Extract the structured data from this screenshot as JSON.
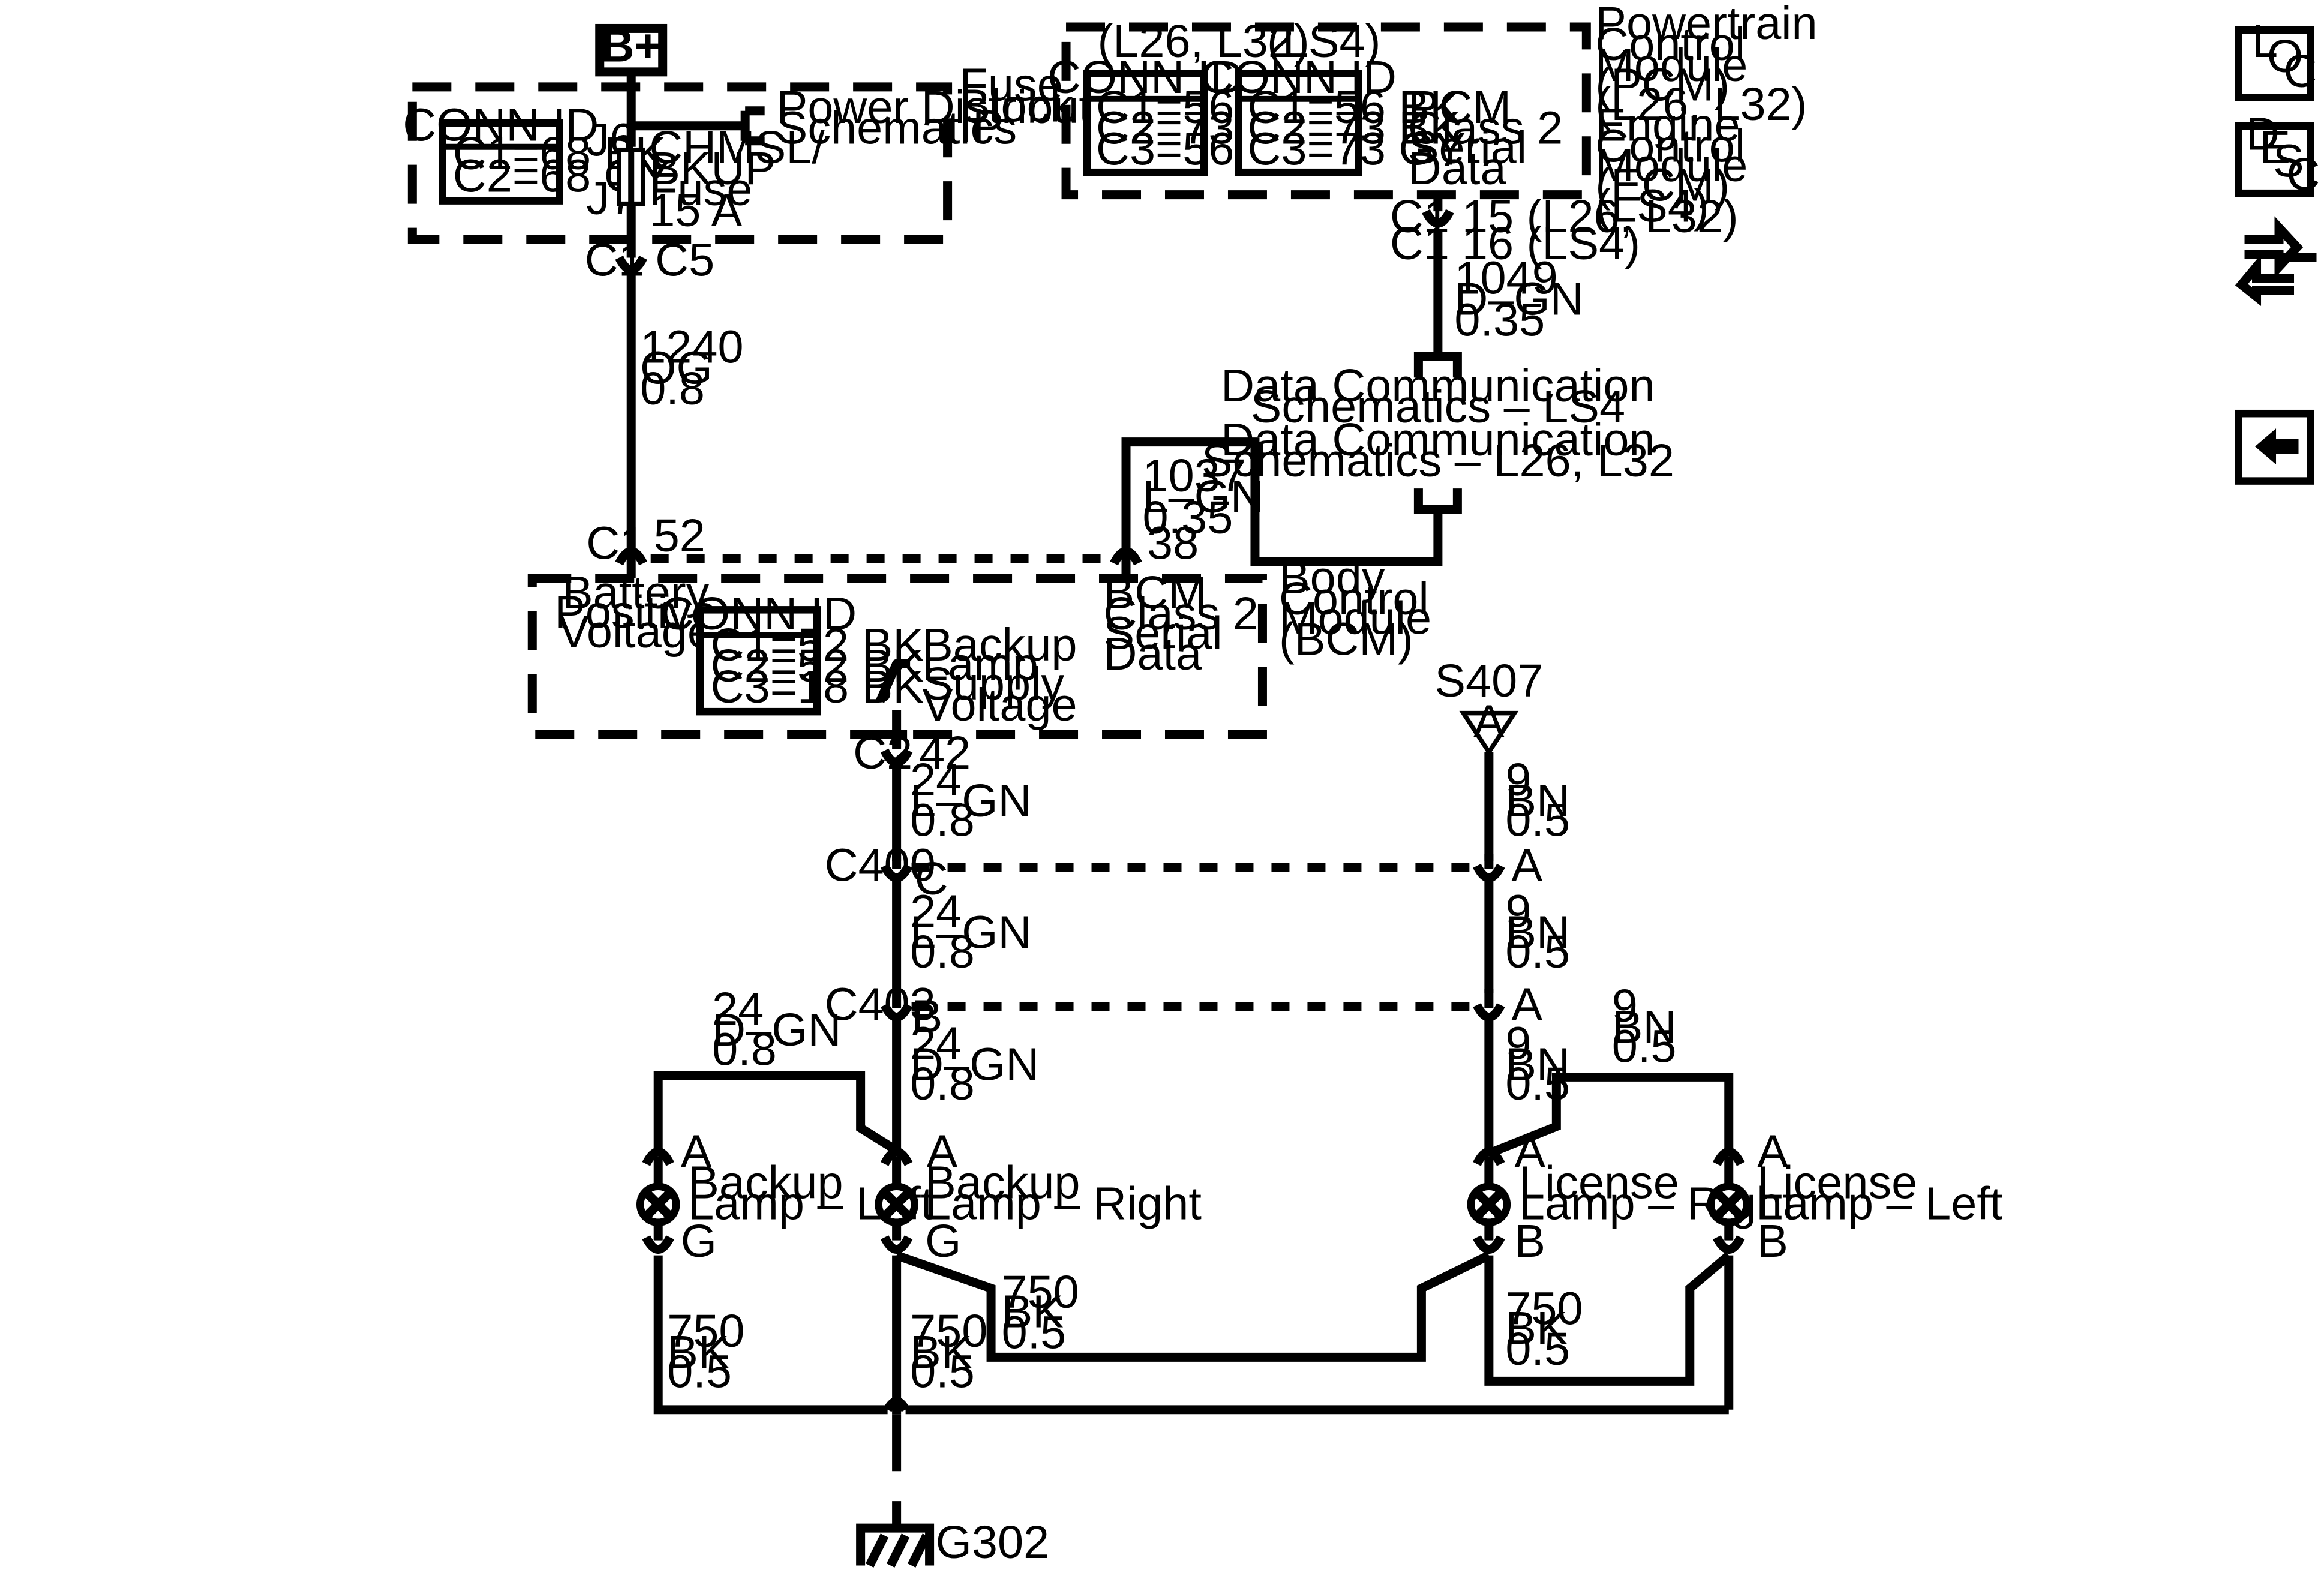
{
  "power_source": "B+",
  "fuse_block": {
    "label": [
      "Fuse",
      "Block –",
      "IP"
    ],
    "conn_id_title": "CONN ID",
    "conn_ids": [
      "C1=68 BK",
      "C2=68 GY"
    ],
    "power_distribution": [
      "Power Distribution",
      "Schematics"
    ],
    "j6": "J6",
    "j7": "J7",
    "fuse_label": [
      "CHMSL/",
      "BKUP",
      "Fuse",
      "15 A"
    ],
    "conn_left": "C1",
    "conn_right": "C5"
  },
  "pcm": {
    "label": [
      "Powertrain",
      "Control",
      "Module",
      "(PCM)",
      "(L26, L32)",
      "Engine",
      "Control",
      "Module",
      "(ECM)",
      "(LS4)"
    ],
    "variant_a": "(L26, L32)",
    "variant_b": "(LS4)",
    "conn_id_title": "CONN ID",
    "conn_ids_a": [
      "C1=56 BU",
      "C2=73 BK",
      "C3=56 GY"
    ],
    "conn_ids_b": [
      "C1=56 BK",
      "C2=73 BK",
      "C3=73 GY"
    ],
    "serial_data": [
      "PCM",
      "Class 2",
      "Serial",
      "Data"
    ],
    "pin_c1_a": "C1",
    "pin_c1_b": "C1",
    "pin_a_text": "15 (L26, L32)",
    "pin_b_text": "16 (LS4)"
  },
  "wires": {
    "w1240": [
      "1240",
      "OG",
      "0.8"
    ],
    "w1049": [
      "1049",
      "D–GN",
      "0.35"
    ],
    "w1037": [
      "1037",
      "L–GN",
      "0.35"
    ],
    "w24_a": [
      "24",
      "L–GN",
      "0.8"
    ],
    "w24_b": [
      "24",
      "L–GN",
      "0.8"
    ],
    "w24_c": [
      "24",
      "D–GN",
      "0.8"
    ],
    "w24_d": [
      "24",
      "D–GN",
      "0.8"
    ],
    "w9_a": [
      "9",
      "BN",
      "0.5"
    ],
    "w9_b": [
      "9",
      "BN",
      "0.5"
    ],
    "w9_c": [
      "9",
      "BN",
      "0.5"
    ],
    "w9_d": [
      "9",
      "BN",
      "0.5"
    ],
    "w750_a": [
      "750",
      "BK",
      "0.5"
    ],
    "w750_b": [
      "750",
      "BK",
      "0.5"
    ],
    "w750_c": [
      "750",
      "BK",
      "0.5"
    ],
    "w750_d": [
      "750",
      "BK",
      "0.5"
    ]
  },
  "data_comm": {
    "ls4": [
      "Data Communication",
      "Schematics – LS4"
    ],
    "l26": [
      "Data Communication",
      "Schematics – L26, L32"
    ]
  },
  "bcm": {
    "label": [
      "Body",
      "Control",
      "Module",
      "(BCM)"
    ],
    "battery": [
      "Battery",
      "Positive",
      "Voltage"
    ],
    "conn_id_title": "CONN ID",
    "conn_ids": [
      "C1=52 BK",
      "C2=52 BK",
      "C3=18 BK"
    ],
    "backup_supply": [
      "Backup",
      "Lamp",
      "Supply",
      "Voltage"
    ],
    "serial_data": [
      "BCM",
      "Class 2",
      "Serial",
      "Data"
    ],
    "c1": "C1",
    "pin52": "52",
    "pin38": "38",
    "c2": "C2",
    "pin42": "42"
  },
  "splice": {
    "name": "S407",
    "letter": "A"
  },
  "connectors": {
    "c400": "C400",
    "c400_left_pin": "C",
    "c400_right_pin": "A",
    "c403": "C403",
    "c403_left_pin": "B",
    "c403_right_pin": "A"
  },
  "lamps": [
    {
      "name": [
        "Backup",
        "Lamp – Left"
      ],
      "top": "A",
      "bottom": "G"
    },
    {
      "name": [
        "Backup",
        "Lamp – Right"
      ],
      "top": "A",
      "bottom": "G"
    },
    {
      "name": [
        "License",
        "Lamp – Right"
      ],
      "top": "A",
      "bottom": "B"
    },
    {
      "name": [
        "License",
        "Lamp – Left"
      ],
      "top": "A",
      "bottom": "B"
    }
  ],
  "ground": "G302",
  "nav": {
    "loc": [
      "L",
      "O",
      "C"
    ],
    "desc": [
      "D",
      "E",
      "S",
      "C"
    ]
  }
}
